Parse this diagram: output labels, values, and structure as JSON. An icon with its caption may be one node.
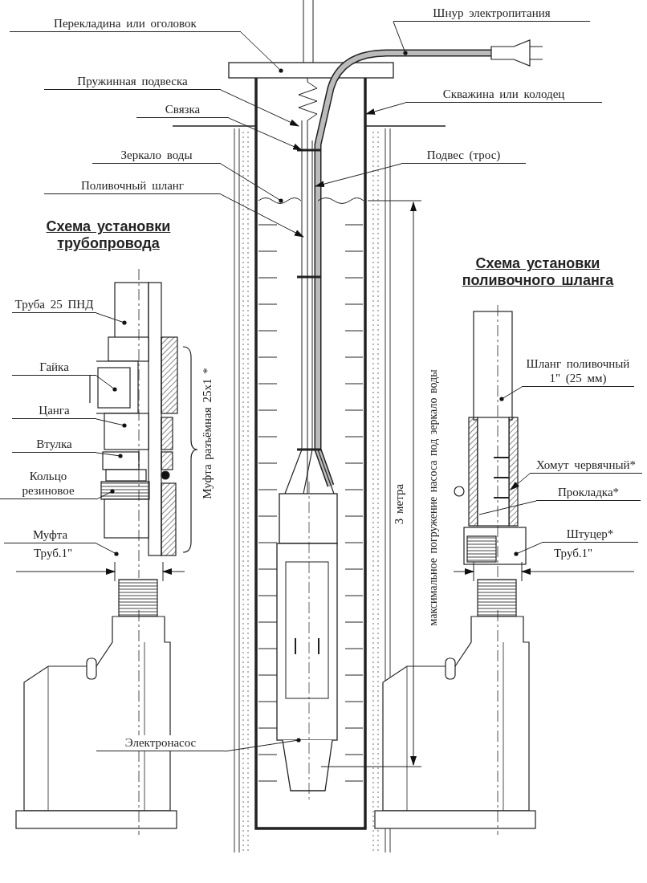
{
  "diagram": {
    "nodes": [
      {
        "text": [
          "Перекладина или оголовок"
        ]
      },
      {
        "text": [
          "Шнур электропитания"
        ]
      },
      {
        "text": [
          "Пружинная подвеска"
        ]
      },
      {
        "text": [
          "Скважина или колодец"
        ]
      },
      {
        "text": [
          "Связка"
        ]
      },
      {
        "text": [
          "Зеркало воды"
        ]
      },
      {
        "text": [
          "Подвес (трос)"
        ]
      },
      {
        "text": [
          "Поливочный шланг"
        ]
      },
      {
        "text": [
          "Труба 25 ПНД"
        ]
      },
      {
        "text": [
          "Гайка"
        ]
      },
      {
        "text": [
          "Цанга"
        ]
      },
      {
        "text": [
          "Втулка"
        ]
      },
      {
        "text": [
          "Кольцо резиновое"
        ]
      },
      {
        "text": [
          "Муфта"
        ]
      },
      {
        "text": [
          "Шланг поливочный 1\" (25 мм)"
        ]
      },
      {
        "text": [
          "Хомут червячный*"
        ]
      },
      {
        "text": [
          "Прокладка*"
        ]
      },
      {
        "text": [
          "Штуцер*"
        ]
      },
      {
        "text": [
          "Электронасос"
        ]
      }
    ],
    "edges": [
      {
        "from": 0,
        "to": null,
        "arrow": "other"
      },
      {
        "from": 1,
        "to": null,
        "arrow": "other"
      },
      {
        "from": 2,
        "to": null,
        "arrow": "to"
      },
      {
        "from": 3,
        "to": null,
        "arrow": "to"
      },
      {
        "from": 4,
        "to": null,
        "arrow": "to"
      },
      {
        "from": 5,
        "to": null,
        "arrow": "other"
      },
      {
        "from": 6,
        "to": null,
        "arrow": "to"
      },
      {
        "from": 7,
        "to": null,
        "arrow": "to"
      },
      {
        "from": 8,
        "to": null,
        "arrow": "other"
      },
      {
        "from": 9,
        "to": null,
        "arrow": "other"
      },
      {
        "from": 10,
        "to": null,
        "arrow": "other"
      },
      {
        "from": 11,
        "to": null,
        "arrow": "other"
      },
      {
        "from": 12,
        "to": null,
        "arrow": "other"
      },
      {
        "from": 13,
        "to": null,
        "arrow": "other"
      },
      {
        "from": 14,
        "to": null,
        "arrow": "other"
      },
      {
        "from": 15,
        "to": null,
        "arrow": "to"
      },
      {
        "from": 16,
        "to": null,
        "arrow": "none"
      },
      {
        "from": 17,
        "to": null,
        "arrow": "other"
      },
      {
        "from": 18,
        "to": null,
        "arrow": "other"
      }
    ],
    "labels": [
      "Схема установки трубопровода",
      "Муфта разъёмная 25x1 *",
      "Труб.1\"",
      "3 метра",
      "максимальное погружение насоса под зеркало воды",
      "Схема установки поливочного шланга",
      "Труб.1\""
    ]
  }
}
